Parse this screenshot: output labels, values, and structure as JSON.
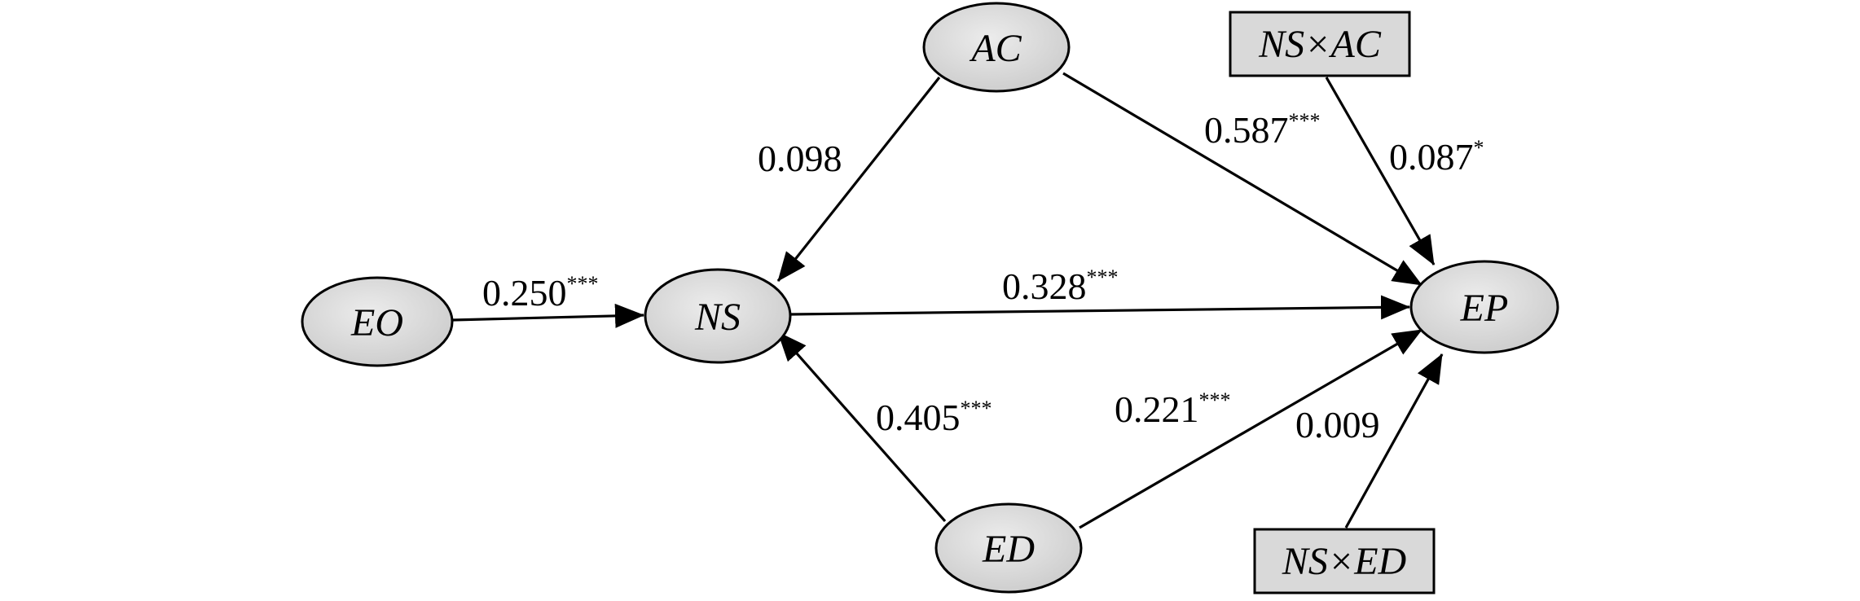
{
  "nodes": {
    "eo": "EO",
    "ns": "NS",
    "ac": "AC",
    "ed": "ED",
    "ep": "EP",
    "ns_ac": "NS×AC",
    "ns_ed": "NS×ED"
  },
  "edges": {
    "eo_ns": {
      "value": "0.250",
      "sig": "***"
    },
    "ac_ns": {
      "value": "0.098",
      "sig": ""
    },
    "ns_ep": {
      "value": "0.328",
      "sig": "***"
    },
    "ac_ep": {
      "value": "0.587",
      "sig": "***"
    },
    "ns_ac_ep": {
      "value": "0.087",
      "sig": "*"
    },
    "ed_ns": {
      "value": "0.405",
      "sig": "***"
    },
    "ed_ep": {
      "value": "0.221",
      "sig": "***"
    },
    "ns_ed_ep": {
      "value": "0.009",
      "sig": ""
    }
  }
}
